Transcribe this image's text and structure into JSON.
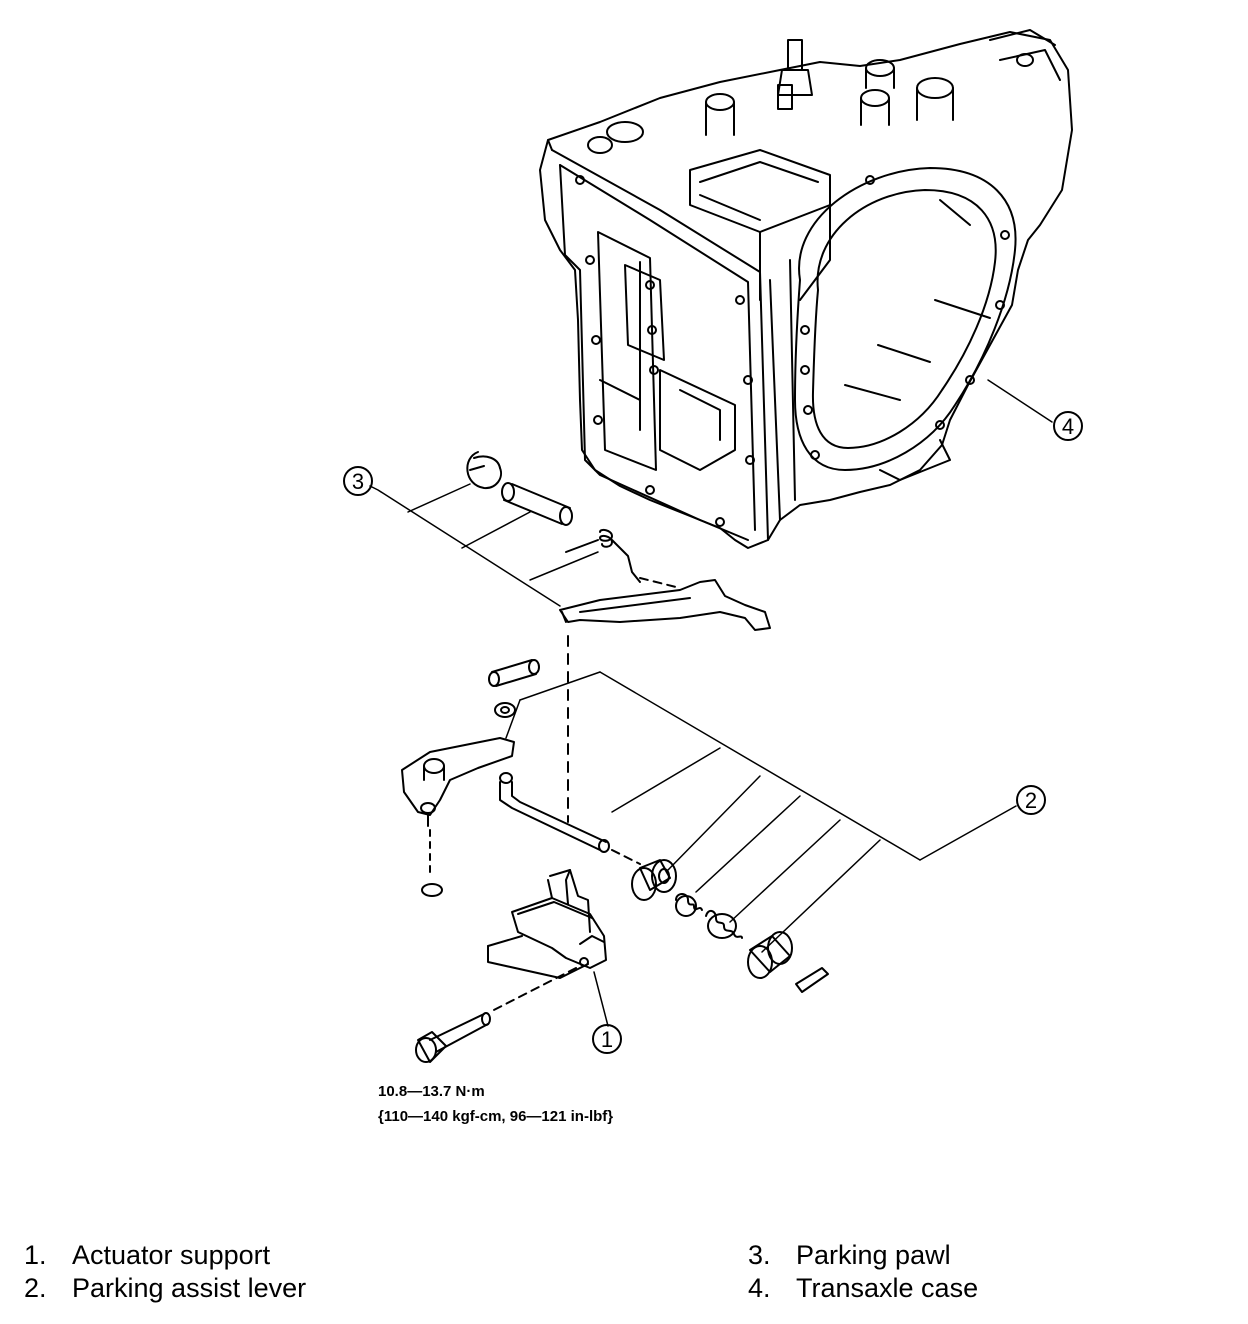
{
  "callouts": {
    "c1": "1",
    "c2": "2",
    "c3": "3",
    "c4": "4"
  },
  "torque": {
    "line1": "10.8—13.7 N·m",
    "line2": "{110—140 kgf-cm, 96—121 in-lbf}"
  },
  "legend": [
    {
      "num": "1.",
      "label": "Actuator support"
    },
    {
      "num": "2.",
      "label": "Parking assist lever"
    },
    {
      "num": "3.",
      "label": "Parking pawl"
    },
    {
      "num": "4.",
      "label": "Transaxle case"
    }
  ]
}
